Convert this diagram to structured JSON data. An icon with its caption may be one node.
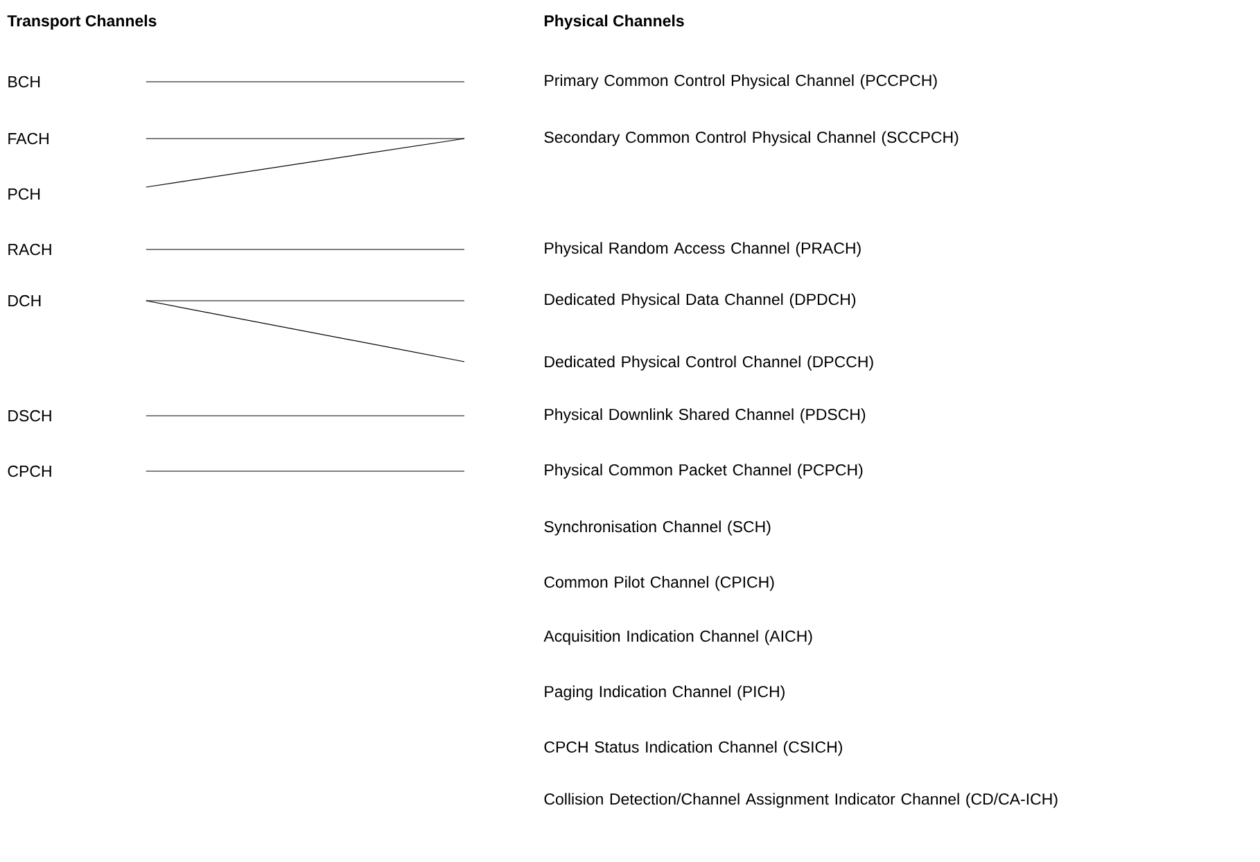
{
  "diagram": {
    "nodes": [
      {
        "text": [
          "BCH"
        ]
      },
      {
        "text": [
          "FACH"
        ]
      },
      {
        "text": [
          "PCH"
        ]
      },
      {
        "text": [
          "RACH"
        ]
      },
      {
        "text": [
          "DCH"
        ]
      },
      {
        "text": [
          "DSCH"
        ]
      },
      {
        "text": [
          "CPCH"
        ]
      },
      {
        "text": [
          "Primary Common Control Physical Channel (PCCPCH)"
        ]
      },
      {
        "text": [
          "Secondary Common Control Physical Channel (SCCPCH)"
        ]
      },
      {
        "text": [
          "Physical Random Access Channel (PRACH)"
        ]
      },
      {
        "text": [
          "Dedicated Physical Data Channel (DPDCH)"
        ]
      },
      {
        "text": [
          "Dedicated Physical Control Channel (DPCCH)"
        ]
      },
      {
        "text": [
          "Physical Downlink Shared Channel (PDSCH)"
        ]
      },
      {
        "text": [
          "Physical Common Packet Channel (PCPCH)"
        ]
      },
      {
        "text": [
          "Synchronisation Channel (SCH)"
        ]
      },
      {
        "text": [
          "Common Pilot Channel (CPICH)"
        ]
      },
      {
        "text": [
          "Acquisition Indication Channel (AICH)"
        ]
      },
      {
        "text": [
          "Paging Indication Channel (PICH)"
        ]
      },
      {
        "text": [
          "CPCH Status Indication Channel (CSICH)"
        ]
      },
      {
        "text": [
          "Collision Detection/Channel Assignment Indicator Channel (CD/CA-ICH)"
        ]
      }
    ],
    "edges": [
      {
        "from": 0,
        "to": 7,
        "arrow": "none"
      },
      {
        "from": 1,
        "to": 8,
        "arrow": "none"
      },
      {
        "from": 2,
        "to": 8,
        "arrow": "none"
      },
      {
        "from": 3,
        "to": 9,
        "arrow": "none"
      },
      {
        "from": 4,
        "to": 10,
        "arrow": "none"
      },
      {
        "from": 4,
        "to": 11,
        "arrow": "none"
      },
      {
        "from": 5,
        "to": 12,
        "arrow": "none"
      },
      {
        "from": 6,
        "to": 13,
        "arrow": "none"
      }
    ],
    "labels": [
      "Transport Channels",
      "Physical Channels"
    ]
  }
}
